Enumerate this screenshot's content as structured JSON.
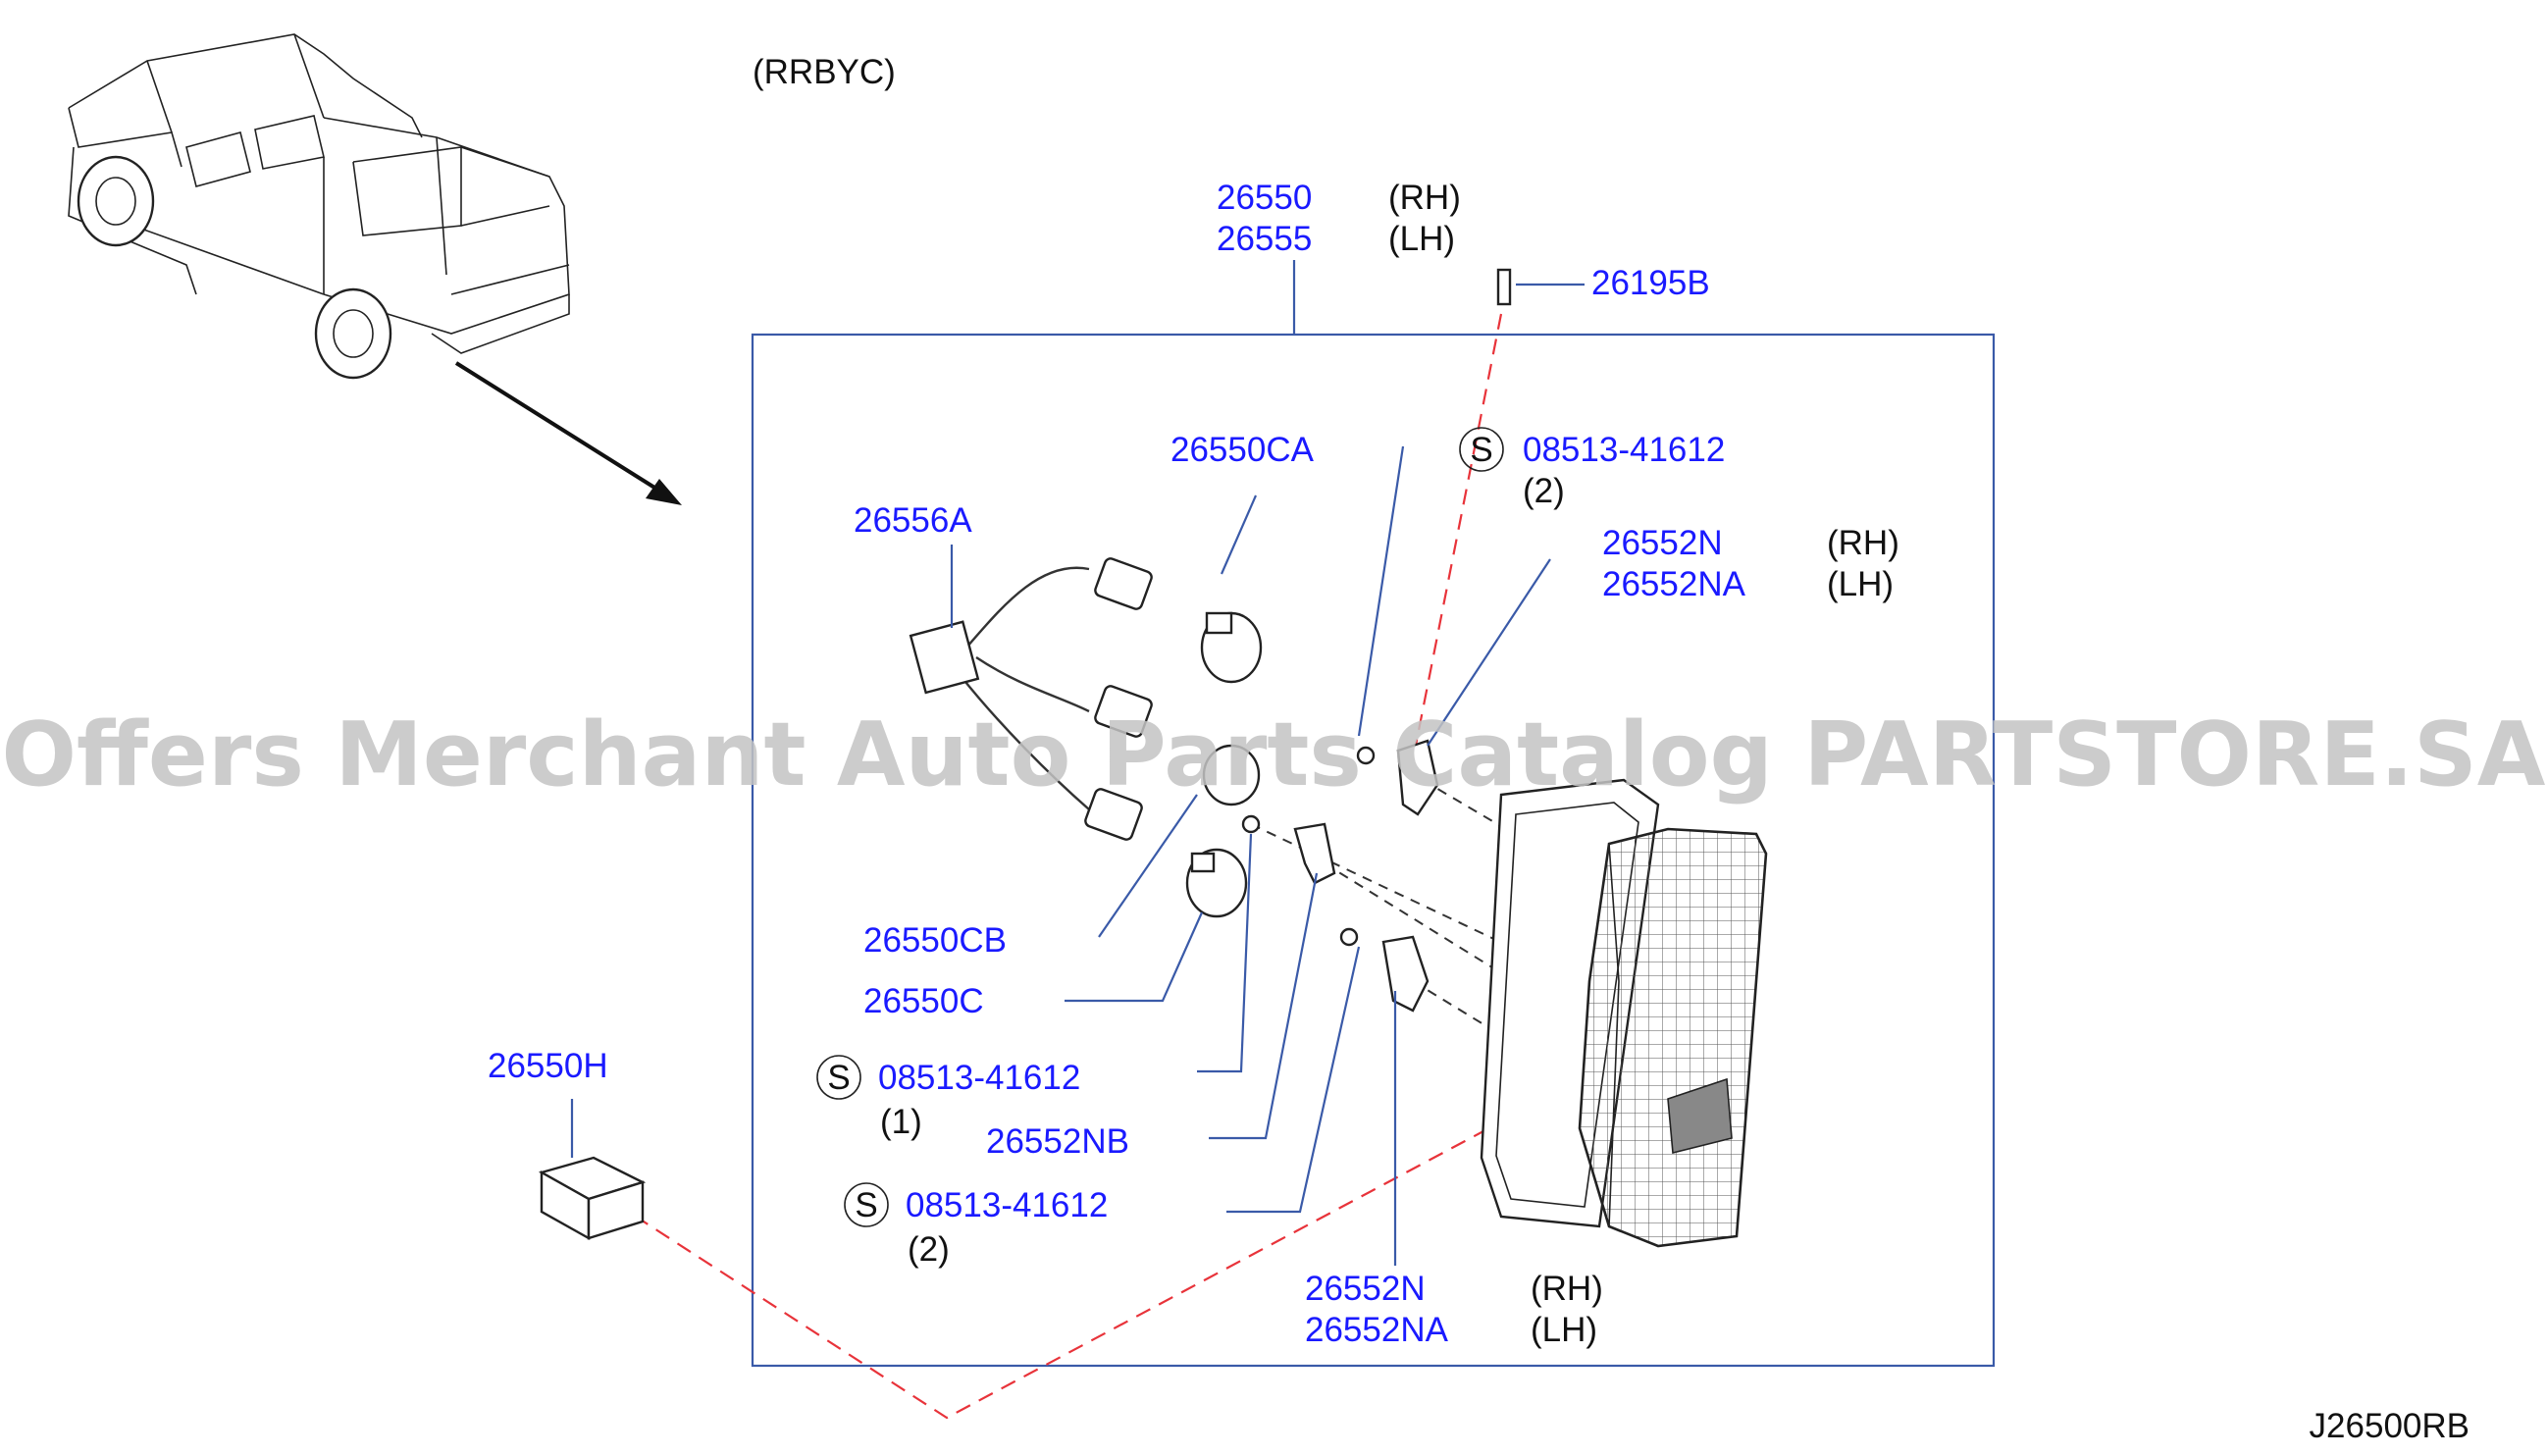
{
  "header": {
    "model_code": "(RRBYC)"
  },
  "diagram_code": "J26500RB",
  "watermark": "Offers Merchant Auto Parts Catalog PARTSTORE.SA",
  "callouts": {
    "assembly_rh": "26550",
    "assembly_lh": "26555",
    "assembly_rh_side": "(RH)",
    "assembly_lh_side": "(LH)",
    "screw_top": "26195B",
    "bolt_a": "08513-41612",
    "bolt_a_qty": "(2)",
    "bulb_ca": "26550CA",
    "socket_harness": "26556A",
    "bracket_top_rh": "26552N",
    "bracket_top_lh": "26552NA",
    "bracket_top_rh_side": "(RH)",
    "bracket_top_lh_side": "(LH)",
    "bulb_cb": "26550CB",
    "bulb_c": "26550C",
    "bolt_b": "08513-41612",
    "bolt_b_qty": "(1)",
    "bracket_nb": "26552NB",
    "bolt_c": "08513-41612",
    "bolt_c_qty": "(2)",
    "bracket_bot_rh": "26552N",
    "bracket_bot_lh": "26552NA",
    "bracket_bot_rh_side": "(RH)",
    "bracket_bot_lh_side": "(LH)",
    "pad": "26550H",
    "s_symbol": "S"
  },
  "colors": {
    "part_number": "#1a1aff",
    "frame": "#3a5aa8",
    "leader_red": "#e8333a",
    "text": "#111111"
  }
}
